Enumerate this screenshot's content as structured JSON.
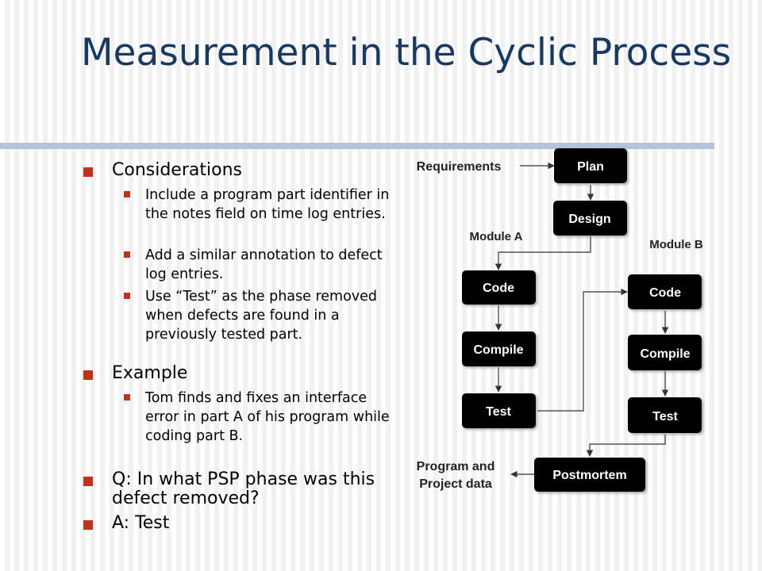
{
  "slide": {
    "title": "Measurement in the Cyclic Process"
  },
  "bullets": {
    "considerations": {
      "heading": "Considerations",
      "items": [
        "Include a program part identifier in the notes field on time log entries.",
        "Add a similar annotation to defect log entries.",
        "Use “Test” as the phase removed when defects are found in a previously tested part."
      ]
    },
    "example": {
      "heading": "Example",
      "items": [
        "Tom finds and fixes an interface error in part A of his program while coding part B."
      ]
    },
    "question": "Q: In what PSP phase was this defect removed?",
    "answer": "A: Test"
  },
  "diagram": {
    "labels": {
      "requirements": "Requirements",
      "module_a": "Module A",
      "module_b": "Module B",
      "output_line1": "Program and",
      "output_line2": "Project data"
    },
    "nodes": {
      "plan": "Plan",
      "design": "Design",
      "a_code": "Code",
      "a_compile": "Compile",
      "a_test": "Test",
      "b_code": "Code",
      "b_compile": "Compile",
      "b_test": "Test",
      "postmortem": "Postmortem"
    }
  },
  "colors": {
    "title": "#183a62",
    "bullet": "#c0311e",
    "node_fill": "#000000",
    "node_text": "#ffffff",
    "rule": "#b4c3da"
  }
}
